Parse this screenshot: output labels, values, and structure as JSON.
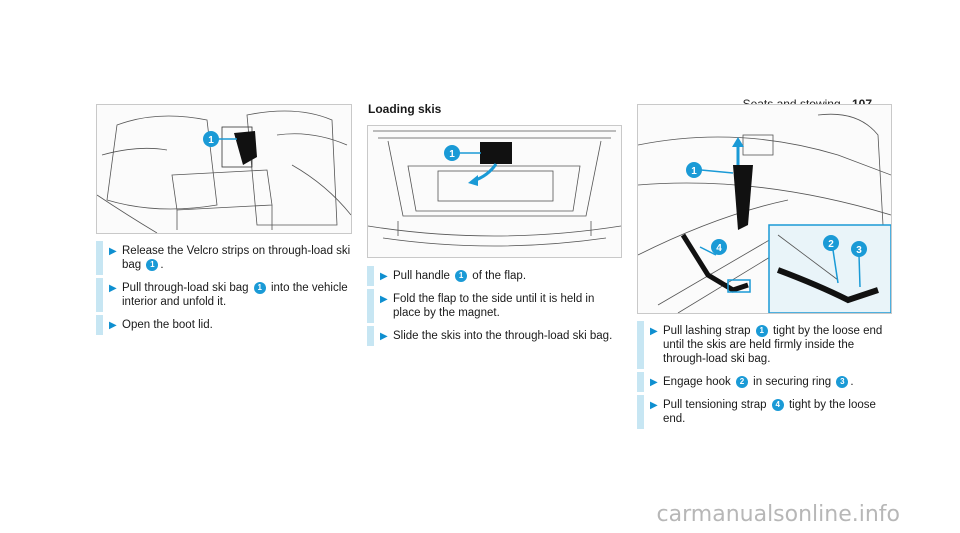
{
  "header": {
    "section": "Seats and stowing",
    "page": "107"
  },
  "loading_title": "Loading skis",
  "callouts": {
    "c1": "1",
    "c2": "2",
    "c3": "3",
    "c4": "4"
  },
  "left_steps": [
    {
      "pre": "Release the Velcro strips on through-load ski bag ",
      "num": "1",
      "post": "."
    },
    {
      "pre": "Pull through-load ski bag ",
      "num": "1",
      "post": " into the vehicle interior and unfold it."
    },
    {
      "pre": "Open the boot lid.",
      "num": "",
      "post": ""
    }
  ],
  "middle_steps": [
    {
      "pre": "Pull handle ",
      "num": "1",
      "post": " of the flap."
    },
    {
      "pre": "Fold the flap to the side until it is held in place by the magnet.",
      "num": "",
      "post": ""
    },
    {
      "pre": "Slide the skis into the through-load ski bag.",
      "num": "",
      "post": ""
    }
  ],
  "right_steps": [
    {
      "pre": "Pull lashing strap ",
      "num": "1",
      "post": " tight by the loose end until the skis are held firmly inside the through-load ski bag."
    },
    {
      "pre": "Engage hook ",
      "num": "2",
      "post": " in securing ring ",
      "num2": "3",
      "post2": "."
    },
    {
      "pre": "Pull tensioning strap ",
      "num": "4",
      "post": " tight by the loose end."
    }
  ],
  "watermark": "carmanualsonline.info",
  "colors": {
    "accent": "#1a9ad6",
    "bar": "#c7e6f3"
  }
}
